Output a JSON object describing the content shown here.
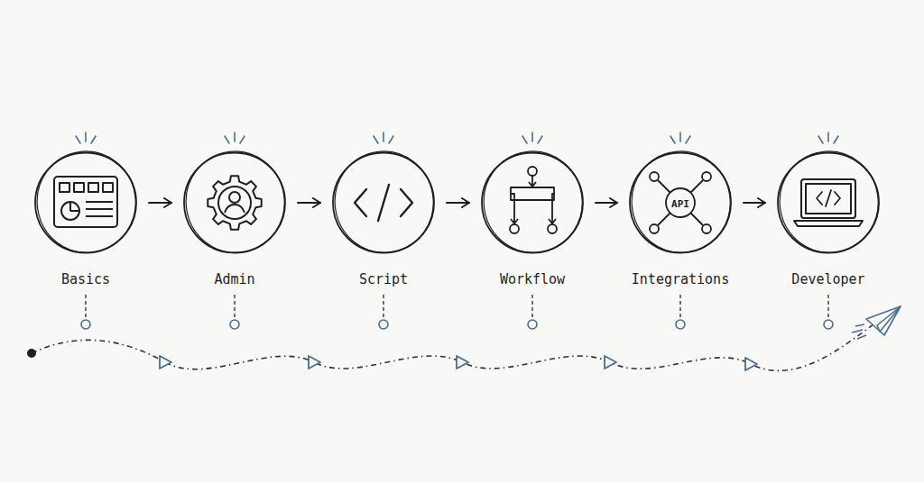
{
  "diagram": {
    "nodes": [
      {
        "text": [
          "Basics"
        ]
      },
      {
        "text": [
          "Admin"
        ]
      },
      {
        "text": [
          "Script"
        ]
      },
      {
        "text": [
          "Workflow"
        ]
      },
      {
        "text": [
          "Integrations"
        ]
      },
      {
        "text": [
          "Developer"
        ]
      }
    ],
    "edges": [
      {
        "from": 0,
        "to": 1,
        "arrow": "to"
      },
      {
        "from": 1,
        "to": 2,
        "arrow": "to"
      },
      {
        "from": 2,
        "to": 3,
        "arrow": "to"
      },
      {
        "from": 3,
        "to": 4,
        "arrow": "to"
      },
      {
        "from": 4,
        "to": 5,
        "arrow": "to"
      }
    ],
    "labels": [
      "API"
    ]
  }
}
